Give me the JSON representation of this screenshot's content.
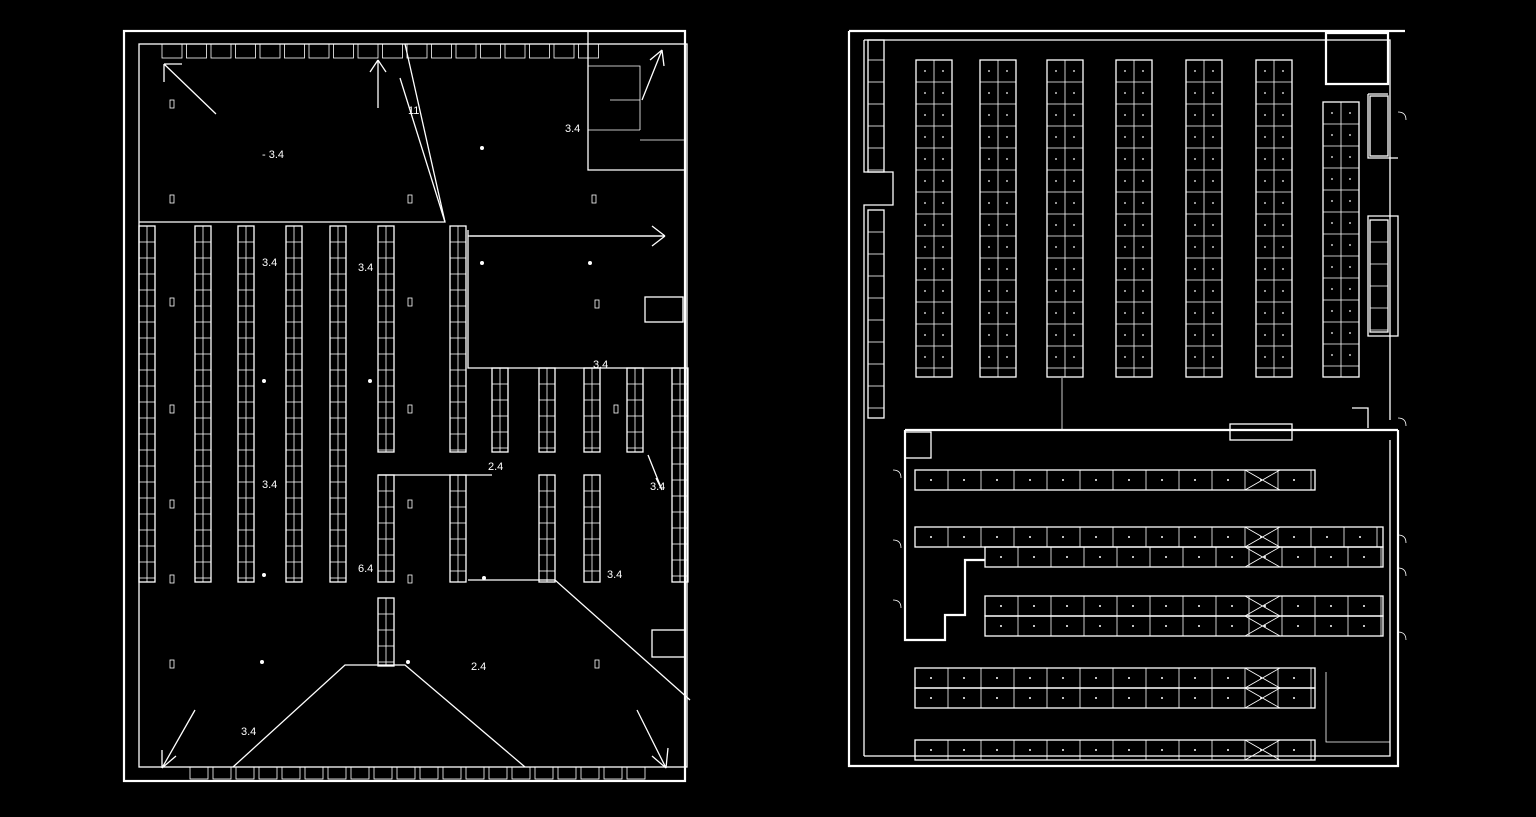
{
  "left_plan": {
    "labels": [
      {
        "text": "- 3.4"
      },
      {
        "text": "3.4"
      },
      {
        "text": "3.4"
      },
      {
        "text": "3.4"
      },
      {
        "text": "3.4"
      },
      {
        "text": "3.4"
      },
      {
        "text": "2.4"
      },
      {
        "text": "3.4"
      },
      {
        "text": "6.4"
      },
      {
        "text": "3.4"
      },
      {
        "text": "2.4"
      },
      {
        "text": "3.4"
      },
      {
        "text": "11"
      }
    ]
  },
  "right_plan": {}
}
